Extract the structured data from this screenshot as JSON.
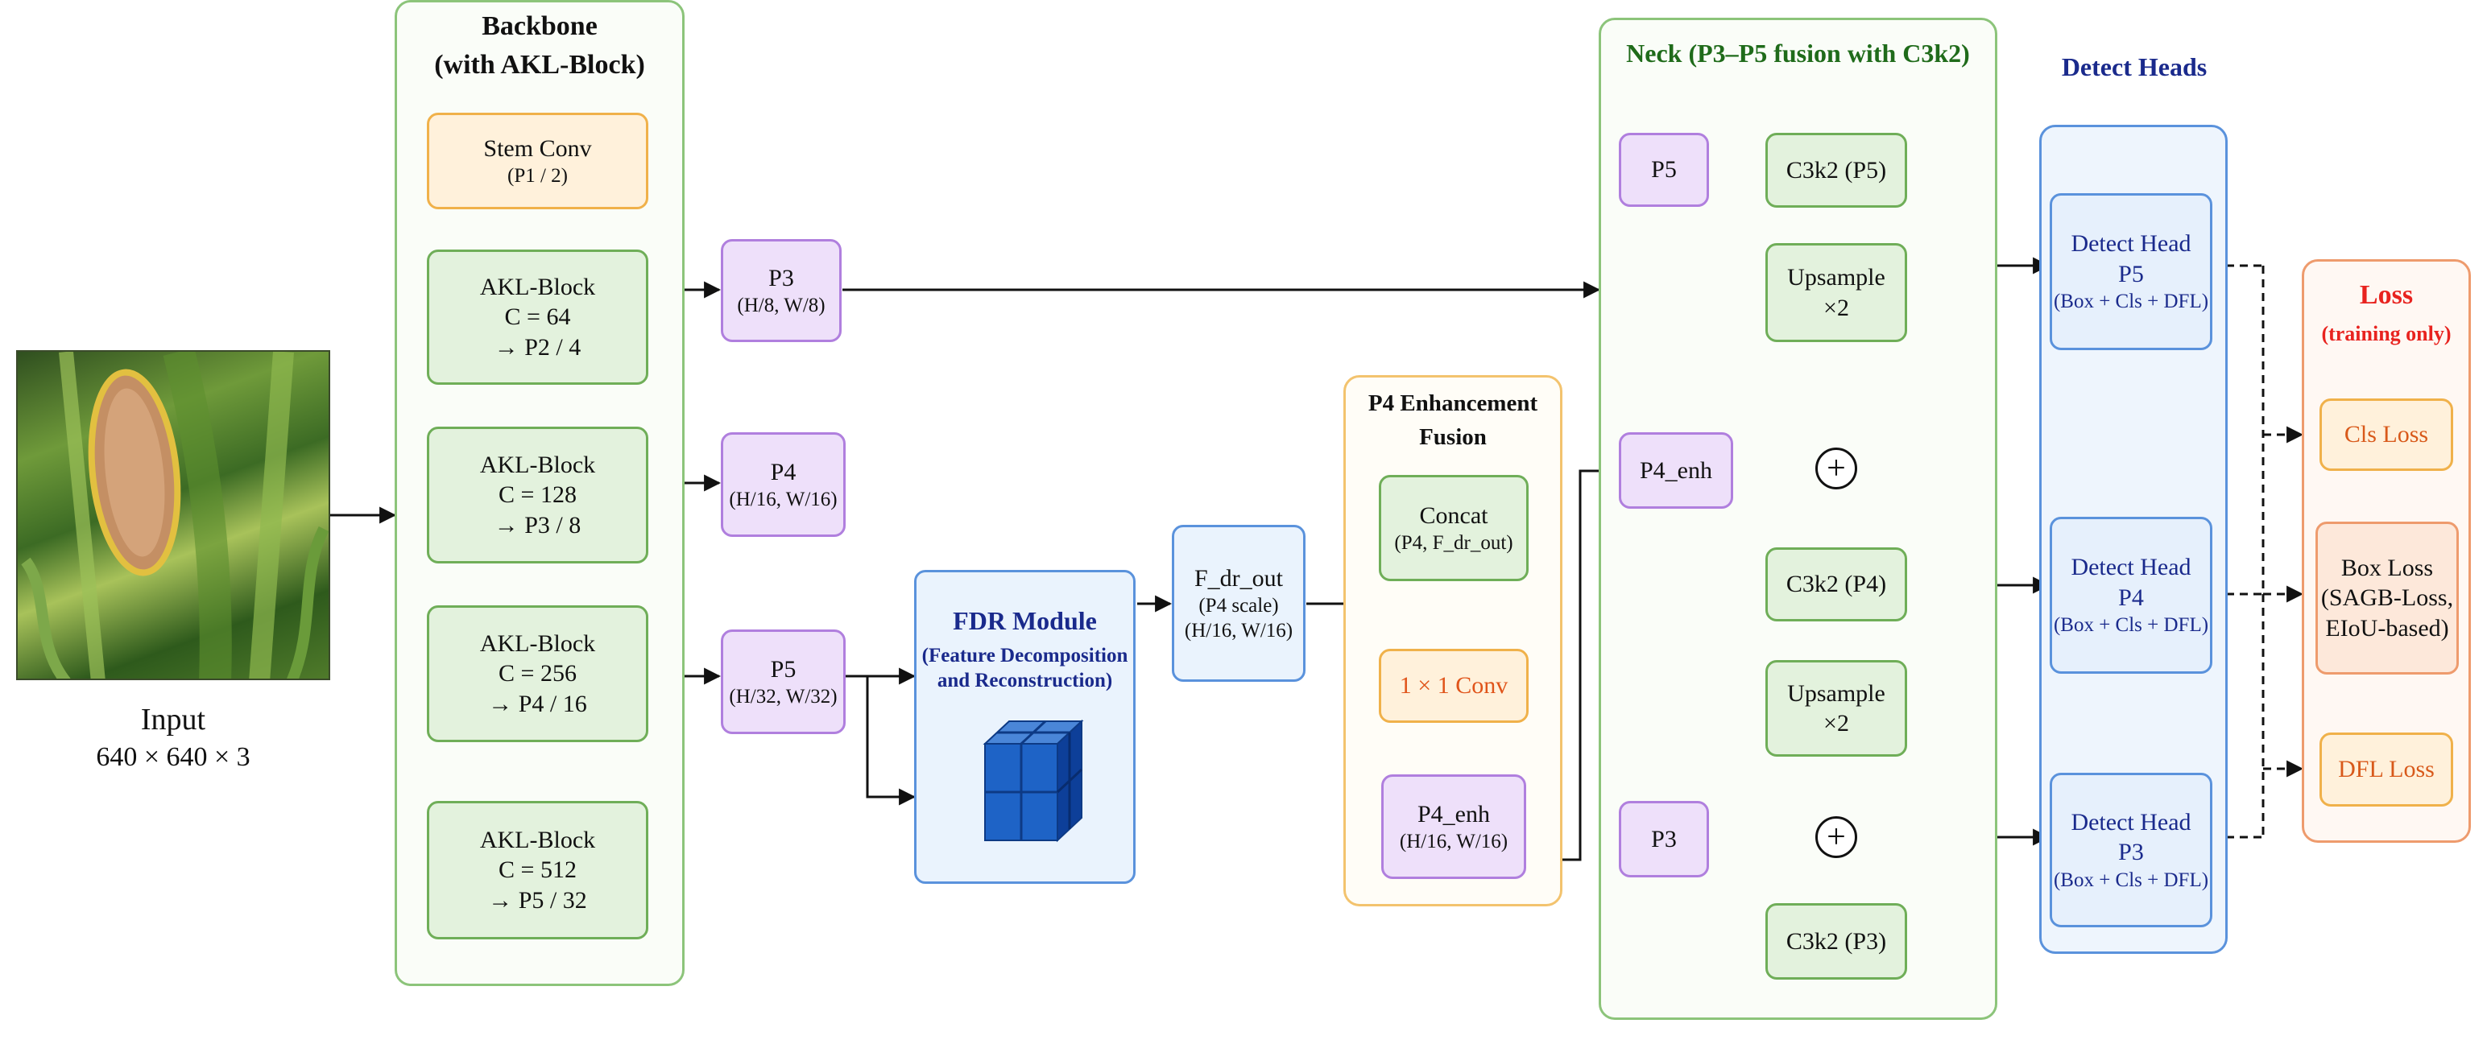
{
  "input": {
    "label": "Input",
    "size": "640 × 640 × 3"
  },
  "backbone": {
    "title": "Backbone",
    "subtitle": "(with AKL-Block)",
    "stem": {
      "line1": "Stem Conv",
      "line2": "(P1 / 2)"
    },
    "blocks": [
      {
        "name": "AKL-Block",
        "channels": "C = 64",
        "stride": "→ P2 / 4"
      },
      {
        "name": "AKL-Block",
        "channels": "C = 128",
        "stride": "→ P3 / 8"
      },
      {
        "name": "AKL-Block",
        "channels": "C = 256",
        "stride": "→ P4 / 16"
      },
      {
        "name": "AKL-Block",
        "channels": "C = 512",
        "stride": "→ P5 / 32"
      }
    ]
  },
  "features": [
    {
      "name": "P3",
      "dims": "(H/8, W/8)"
    },
    {
      "name": "P4",
      "dims": "(H/16, W/16)"
    },
    {
      "name": "P5",
      "dims": "(H/32, W/32)"
    }
  ],
  "fdr": {
    "title": "FDR Module",
    "subtitle_line1": "(Feature Decomposition",
    "subtitle_line2": "and Reconstruction)"
  },
  "fdr_out": {
    "line1": "F_dr_out",
    "line2": "(P4 scale)",
    "line3": "(H/16, W/16)"
  },
  "p4_enhancement": {
    "title_line1": "P4 Enhancement",
    "title_line2": "Fusion",
    "concat": {
      "line1": "Concat",
      "line2": "(P4, F_dr_out)"
    },
    "conv": "1 × 1 Conv",
    "out": {
      "line1": "P4_enh",
      "line2": "(H/16, W/16)"
    }
  },
  "neck": {
    "title": "Neck (P3–P5 fusion with C3k2)",
    "p5": "P5",
    "p4_enh": "P4_enh",
    "p3": "P3",
    "c3k2_p5": "C3k2 (P5)",
    "c3k2_p4": "C3k2 (P4)",
    "c3k2_p3": "C3k2 (P3)",
    "upsample1": {
      "line1": "Upsample",
      "line2": "×2"
    },
    "upsample2": {
      "line1": "Upsample",
      "line2": "×2"
    },
    "plus": "+"
  },
  "detect": {
    "title": "Detect Heads",
    "heads": [
      {
        "name": "Detect Head",
        "level": "P5",
        "outputs": "(Box + Cls + DFL)"
      },
      {
        "name": "Detect Head",
        "level": "P4",
        "outputs": "(Box + Cls + DFL)"
      },
      {
        "name": "Detect Head",
        "level": "P3",
        "outputs": "(Box + Cls + DFL)"
      }
    ]
  },
  "loss": {
    "title": "Loss",
    "subtitle": "(training only)",
    "cls": "Cls Loss",
    "box_line1": "Box Loss",
    "box_line2": "(SAGB-Loss,",
    "box_line3": "EIoU-based)",
    "dfl": "DFL Loss"
  },
  "colors": {
    "green": "#6fae58",
    "purple": "#b07fde",
    "orange": "#f0b14a",
    "blue": "#5a92dc",
    "loss_red": "#e8231f",
    "title_green": "#1f6b1a",
    "title_navy": "#1a2a8c"
  }
}
